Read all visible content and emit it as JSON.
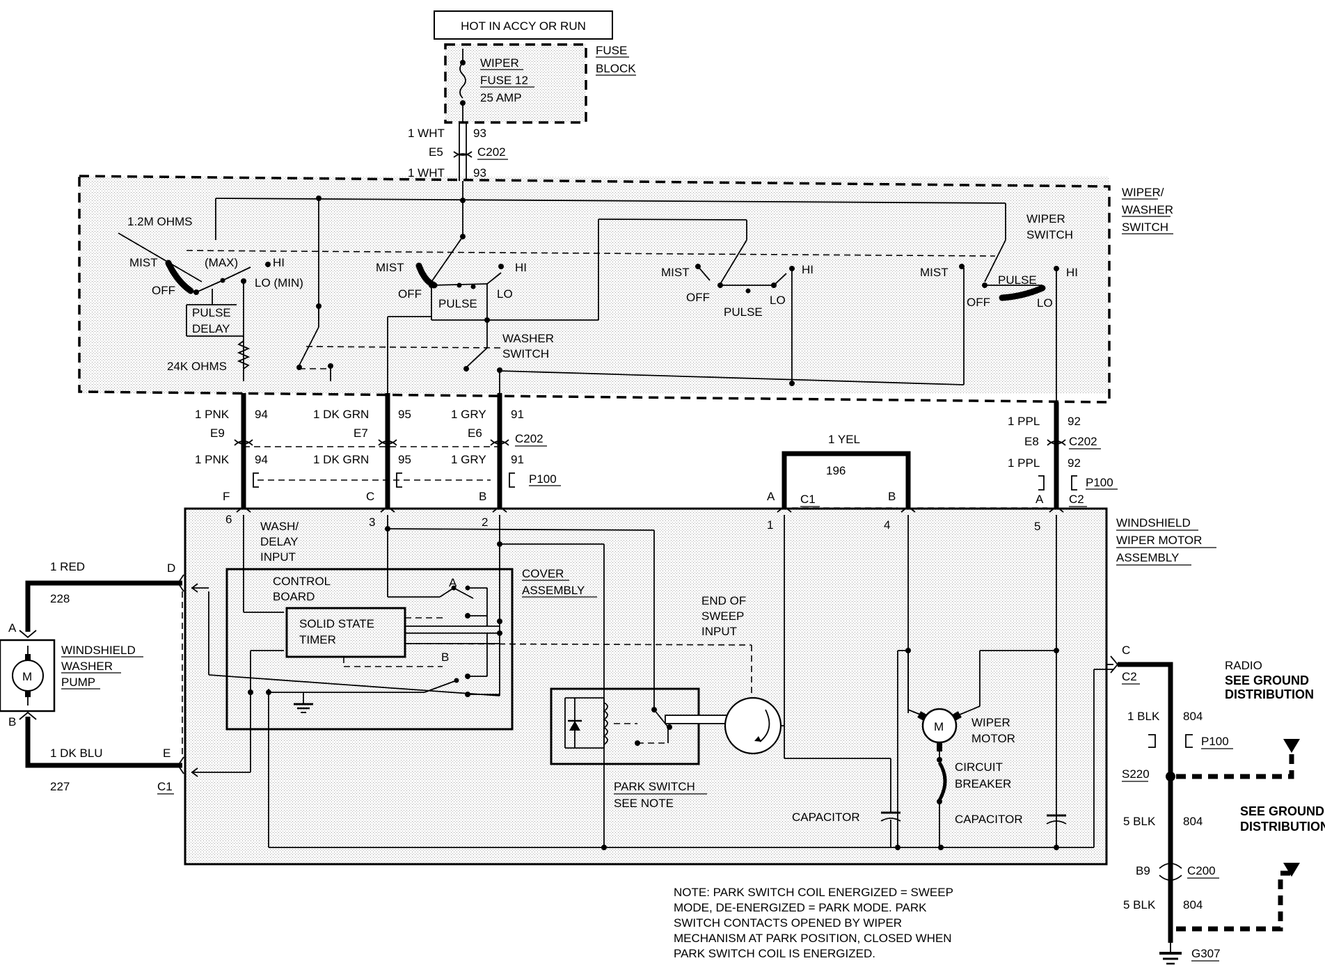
{
  "power": {
    "source": "HOT IN ACCY OR RUN",
    "fuse_block": [
      "FUSE",
      "BLOCK"
    ],
    "fuse_label": [
      "WIPER",
      "FUSE 12",
      "25 AMP"
    ]
  },
  "feed": {
    "wire_top": "1 WHT",
    "circuit_top": "93",
    "conn_pin": "E5",
    "conn": "C202",
    "wire_bot": "1 WHT",
    "circuit_bot": "93"
  },
  "switch": {
    "title": [
      "WIPER/",
      "WASHER",
      "SWITCH"
    ],
    "resistor_top": "1.2M OHMS",
    "resistor_bot": "24K OHMS",
    "delay": {
      "mist": "MIST",
      "max": "(MAX)",
      "hi": "HI",
      "off": "OFF",
      "lo": "LO (MIN)",
      "pulse": "PULSE",
      "delay": "DELAY"
    },
    "sec2": {
      "mist": "MIST",
      "hi": "HI",
      "off": "OFF",
      "pulse": "PULSE",
      "lo": "LO"
    },
    "washer": [
      "WASHER",
      "SWITCH"
    ],
    "sec3": {
      "mist": "MIST",
      "hi": "HI",
      "off": "OFF",
      "lo": "LO",
      "pulse": "PULSE"
    },
    "sec4": {
      "mist": "MIST",
      "pulse": "PULSE",
      "hi": "HI",
      "off": "OFF",
      "lo": "LO"
    },
    "wiper_switch": [
      "WIPER",
      "SWITCH"
    ]
  },
  "harness": {
    "pnk": {
      "wire": "1 PNK",
      "circuit": "94",
      "pin": "E9",
      "motor_pin": "F"
    },
    "grn": {
      "wire": "1 DK GRN",
      "circuit": "95",
      "pin": "E7",
      "motor_pin": "C"
    },
    "gry": {
      "wire": "1 GRY",
      "circuit": "91",
      "pin": "E6",
      "motor_pin": "B"
    },
    "ppl": {
      "wire": "1 PPL",
      "circuit": "92",
      "pin": "E8",
      "motor_pin": "A"
    },
    "conn_c202": "C202",
    "conn_p100": "P100",
    "yel": {
      "wire": "1 YEL",
      "circuit": "196",
      "pin_a": "A",
      "pin_b": "B",
      "conn": "C1"
    },
    "conn_c2": "C2"
  },
  "motor_assembly": {
    "title": [
      "WINDSHIELD",
      "WIPER MOTOR",
      "ASSEMBLY"
    ],
    "pins": [
      "6",
      "3",
      "2",
      "1",
      "4",
      "5"
    ],
    "wash_input": [
      "WASH/",
      "DELAY",
      "INPUT"
    ],
    "control_board": [
      "CONTROL",
      "BOARD"
    ],
    "timer": [
      "SOLID STATE",
      "TIMER"
    ],
    "cover": [
      "COVER",
      "ASSEMBLY"
    ],
    "relay_a": "A",
    "relay_b": "B",
    "end_sweep": [
      "END OF",
      "SWEEP",
      "INPUT"
    ],
    "park_switch": [
      "PARK SWITCH",
      "SEE NOTE"
    ],
    "motor": [
      "WIPER",
      "MOTOR"
    ],
    "breaker": [
      "CIRCUIT",
      "BREAKER"
    ],
    "capacitor_left": "CAPACITOR",
    "capacitor_right": "CAPACITOR"
  },
  "pump": {
    "title": [
      "WINDSHIELD",
      "WASHER",
      "PUMP"
    ],
    "red": {
      "wire": "1 RED",
      "circuit": "228",
      "pin": "D",
      "pump_pin": "A"
    },
    "blu": {
      "wire": "1 DK BLU",
      "circuit": "227",
      "pin": "E",
      "pump_pin": "B"
    },
    "conn": "C1"
  },
  "ground": {
    "pin": "C",
    "conn": "C2",
    "radio": [
      "RADIO",
      "SEE GROUND",
      "DISTRIBUTION"
    ],
    "wire1": "1 BLK",
    "circuit1": "804",
    "p100": "P100",
    "splice": "S220",
    "wire2": "5 BLK",
    "circuit2": "804",
    "see_ground": [
      "SEE GROUND",
      "DISTRIBUTION"
    ],
    "pin_b9": "B9",
    "conn_c200": "C200",
    "wire3": "5 BLK",
    "circuit3": "804",
    "ground_point": "G307"
  },
  "note": [
    "NOTE: PARK SWITCH COIL ENERGIZED = SWEEP",
    "MODE, DE-ENERGIZED = PARK MODE. PARK",
    "SWITCH CONTACTS OPENED BY WIPER",
    "MECHANISM AT PARK POSITION, CLOSED WHEN",
    "PARK SWITCH COIL IS ENERGIZED."
  ]
}
